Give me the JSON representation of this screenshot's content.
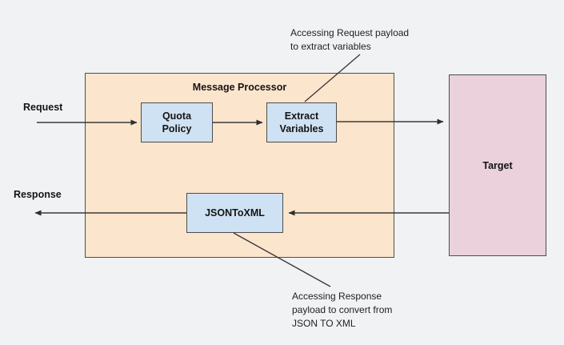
{
  "diagram": {
    "title": "Message Processor",
    "nodes": {
      "quota_policy": "Quota\nPolicy",
      "extract_variables": "Extract\nVariables",
      "json_to_xml": "JSONToXML",
      "target": "Target"
    },
    "flow_labels": {
      "request": "Request",
      "response": "Response"
    },
    "annotations": {
      "request_payload": "Accessing Request payload\nto extract variables",
      "response_payload": "Accessing Response\npayload to convert from\nJSON TO XML"
    },
    "colors": {
      "processor_fill": "#fce5cd",
      "step_fill": "#cfe2f3",
      "target_fill": "#ead1dc",
      "border": "#4d4d4d",
      "connector": "#3a3a3a",
      "background": "#f1f2f3"
    }
  }
}
